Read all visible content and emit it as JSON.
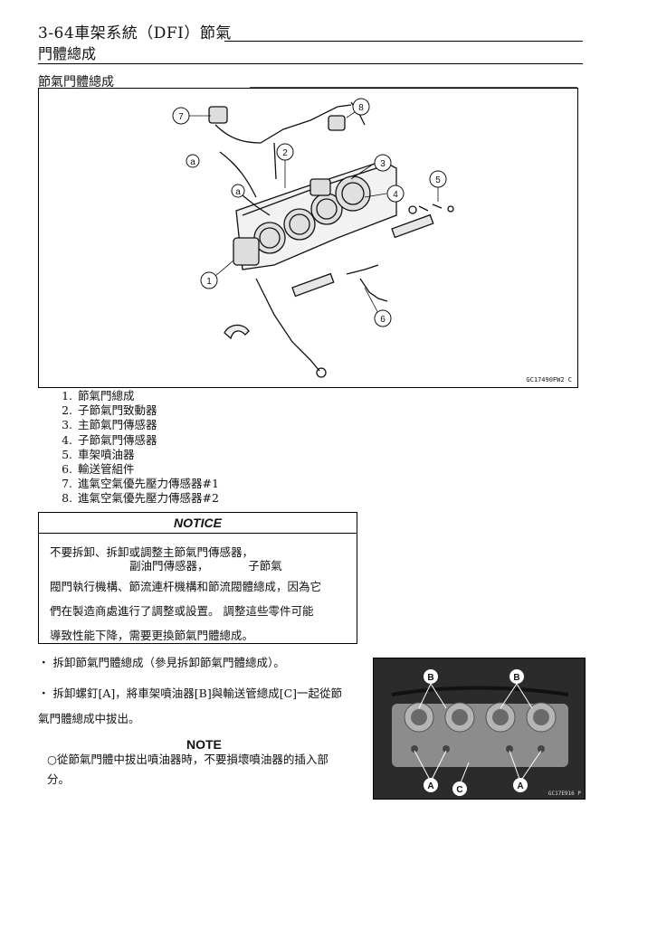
{
  "header": {
    "title": "3-64車架系統（DFI）節氣",
    "subtitle": "門體總成"
  },
  "section_title": "節氣門體總成",
  "diagram": {
    "figure_code": "GC17490FW2 C",
    "callouts": [
      "1",
      "2",
      "3",
      "4",
      "5",
      "6",
      "7",
      "8",
      "a",
      "a"
    ]
  },
  "parts_list": [
    "節氣門總成",
    "子節氣門致動器",
    "主節氣門傳感器",
    "子節氣門傳感器",
    "車架噴油器",
    "輸送管組件",
    "進氣空氣優先壓力傳感器#1",
    "進氣空氣優先壓力傳感器#2"
  ],
  "notice": {
    "heading": "NOTICE",
    "line1": "不要拆卸、拆卸或調整主節氣門傳感器，",
    "line2": "副油門傳感器，　　　　子節氣",
    "line3": "閥門執行機構、節流連杆機構和節流閥體總成，因為它",
    "line4": "們在製造商處進行了調整或設置。 調整這些零件可能",
    "line5": "導致性能下降，需要更換節氣門體總成。"
  },
  "steps": {
    "step1": "・ 拆卸節氣門體總成（參見拆卸節氣門體總成）。",
    "step2_line1": "・ 拆卸螺釘[A]，將車架噴油器[B]與輸送管總成[C]一起從節",
    "step2_line2": "氣門體總成中拔出。"
  },
  "note": {
    "heading": "NOTE",
    "line1": "○從節氣門體中拔出噴油器時，不要損壞噴油器的插入部",
    "line2": "分。"
  },
  "photo": {
    "figure_code": "GC17E916 P",
    "labels": [
      "B",
      "B",
      "A",
      "C",
      "A"
    ]
  }
}
